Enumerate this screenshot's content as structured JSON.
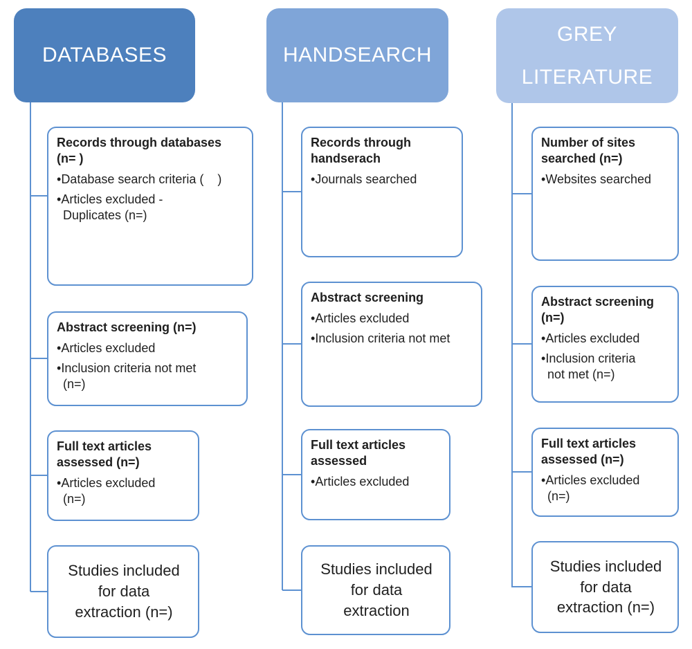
{
  "diagram": {
    "line_color": "#5d91d1",
    "box_border": "#5d91d1",
    "text_color": "#1f1f1f",
    "columns": [
      {
        "id": "databases",
        "header": {
          "label": "DATABASES",
          "fill": "#4d80bd"
        },
        "boxes": [
          {
            "title": "Records through databases\n(n= )",
            "bullets": [
              "Database search criteria (    )",
              "Articles excluded -\nDuplicates (n=)"
            ]
          },
          {
            "title": "Abstract screening (n=)",
            "bullets": [
              "Articles excluded",
              "Inclusion criteria not met\n(n=)"
            ]
          },
          {
            "title": "Full text articles\nassessed (n=)",
            "bullets": [
              "Articles excluded\n(n=)"
            ]
          },
          {
            "text": "Studies included\nfor data\nextraction (n=)"
          }
        ]
      },
      {
        "id": "handsearch",
        "header": {
          "label": "HANDSEARCH",
          "fill": "#7fa5d8"
        },
        "boxes": [
          {
            "title": "Records through\nhandserach",
            "bullets": [
              "Journals searched"
            ]
          },
          {
            "title": "Abstract screening",
            "bullets": [
              "Articles excluded",
              "Inclusion criteria not met"
            ]
          },
          {
            "title": "Full text articles\nassessed",
            "bullets": [
              "Articles excluded"
            ]
          },
          {
            "text": "Studies included\nfor data\nextraction"
          }
        ]
      },
      {
        "id": "grey-literature",
        "header": {
          "label": "GREY\nLITERATURE",
          "fill": "#afc6e9"
        },
        "boxes": [
          {
            "title": "Number of sites\nsearched (n=)",
            "bullets": [
              "Websites searched"
            ]
          },
          {
            "title": "Abstract screening\n(n=)",
            "bullets": [
              "Articles excluded",
              "Inclusion criteria\nnot met (n=)"
            ]
          },
          {
            "title": "Full text articles\nassessed (n=)",
            "bullets": [
              "Articles excluded\n(n=)"
            ]
          },
          {
            "text": "Studies included\nfor data\nextraction (n=)"
          }
        ]
      }
    ]
  }
}
